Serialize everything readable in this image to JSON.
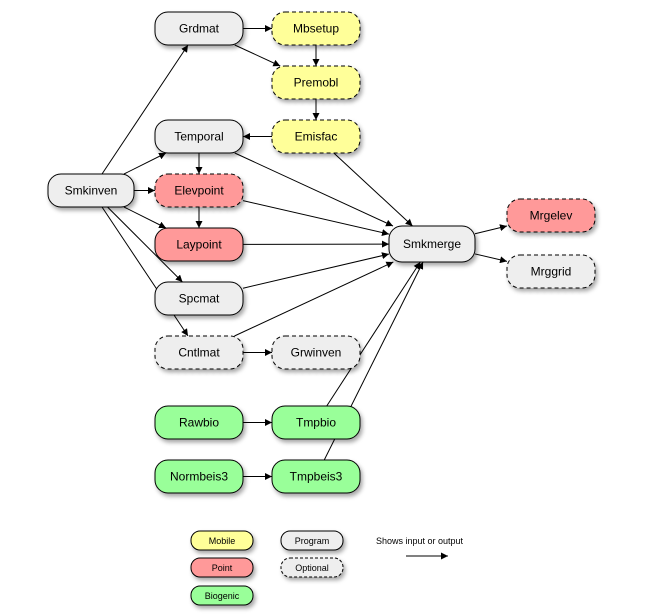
{
  "colors": {
    "mobile_fill": "#ffff99",
    "point_fill": "#ff9999",
    "biogenic_fill": "#99ff99",
    "program_fill": "#eeeeee",
    "optional_fill": "#eeeeee",
    "stroke": "#000000",
    "edge": "#000000"
  },
  "nodes": {
    "grdmat": {
      "label": "Grdmat",
      "category": "program"
    },
    "mbsetup": {
      "label": "Mbsetup",
      "category": "mobile-optional"
    },
    "premobl": {
      "label": "Premobl",
      "category": "mobile-optional"
    },
    "temporal": {
      "label": "Temporal",
      "category": "program"
    },
    "emisfac": {
      "label": "Emisfac",
      "category": "mobile-optional"
    },
    "smkinven": {
      "label": "Smkinven",
      "category": "program"
    },
    "elevpoint": {
      "label": "Elevpoint",
      "category": "point-optional"
    },
    "laypoint": {
      "label": "Laypoint",
      "category": "point"
    },
    "spcmat": {
      "label": "Spcmat",
      "category": "program"
    },
    "cntlmat": {
      "label": "Cntlmat",
      "category": "optional"
    },
    "grwinven": {
      "label": "Grwinven",
      "category": "optional"
    },
    "smkmerge": {
      "label": "Smkmerge",
      "category": "program"
    },
    "mrgelev": {
      "label": "Mrgelev",
      "category": "point-optional"
    },
    "mrggrid": {
      "label": "Mrggrid",
      "category": "optional"
    },
    "rawbio": {
      "label": "Rawbio",
      "category": "biogenic"
    },
    "tmpbio": {
      "label": "Tmpbio",
      "category": "biogenic"
    },
    "normbeis3": {
      "label": "Normbeis3",
      "category": "biogenic"
    },
    "tmpbeis3": {
      "label": "Tmpbeis3",
      "category": "biogenic"
    }
  },
  "edges": [
    [
      "smkinven",
      "grdmat"
    ],
    [
      "smkinven",
      "temporal"
    ],
    [
      "smkinven",
      "elevpoint"
    ],
    [
      "smkinven",
      "laypoint"
    ],
    [
      "smkinven",
      "spcmat"
    ],
    [
      "smkinven",
      "cntlmat"
    ],
    [
      "grdmat",
      "mbsetup"
    ],
    [
      "grdmat",
      "premobl"
    ],
    [
      "mbsetup",
      "premobl"
    ],
    [
      "premobl",
      "emisfac"
    ],
    [
      "emisfac",
      "temporal"
    ],
    [
      "emisfac",
      "smkmerge"
    ],
    [
      "temporal",
      "elevpoint"
    ],
    [
      "temporal",
      "smkmerge"
    ],
    [
      "elevpoint",
      "laypoint"
    ],
    [
      "elevpoint",
      "smkmerge"
    ],
    [
      "laypoint",
      "smkmerge"
    ],
    [
      "spcmat",
      "smkmerge"
    ],
    [
      "cntlmat",
      "grwinven"
    ],
    [
      "cntlmat",
      "smkmerge"
    ],
    [
      "rawbio",
      "tmpbio"
    ],
    [
      "normbeis3",
      "tmpbeis3"
    ],
    [
      "tmpbio",
      "smkmerge"
    ],
    [
      "tmpbeis3",
      "smkmerge"
    ],
    [
      "smkmerge",
      "mrgelev"
    ],
    [
      "smkmerge",
      "mrggrid"
    ]
  ],
  "legend": {
    "mobile": "Mobile",
    "point": "Point",
    "biogenic": "Biogenic",
    "program": "Program",
    "optional": "Optional",
    "arrow_caption": "Shows input or output"
  }
}
